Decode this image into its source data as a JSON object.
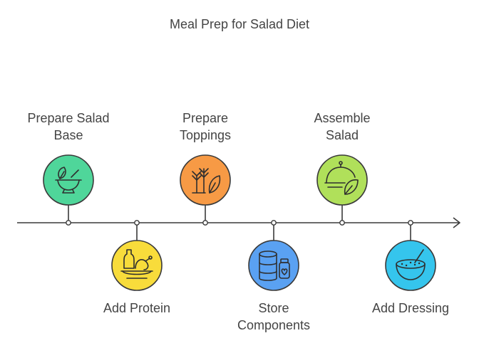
{
  "title": "Meal Prep for Salad Diet",
  "steps": [
    {
      "lines": [
        "Prepare Salad",
        "Base"
      ],
      "icon": "mortar-herb-icon",
      "color": "#4fd69a",
      "position": "top"
    },
    {
      "lines": [
        "Add Protein"
      ],
      "icon": "chicken-platter-icon",
      "color": "#f8dc3b",
      "position": "bottom"
    },
    {
      "lines": [
        "Prepare",
        "Toppings"
      ],
      "icon": "herbs-leaf-icon",
      "color": "#f79a45",
      "position": "top"
    },
    {
      "lines": [
        "Store",
        "Components"
      ],
      "icon": "containers-jar-icon",
      "color": "#5aa1f2",
      "position": "bottom"
    },
    {
      "lines": [
        "Assemble",
        "Salad"
      ],
      "icon": "cloche-leaf-icon",
      "color": "#b0e05a",
      "position": "top"
    },
    {
      "lines": [
        "Add Dressing"
      ],
      "icon": "bowl-spoon-icon",
      "color": "#35c5ed",
      "position": "bottom"
    }
  ]
}
